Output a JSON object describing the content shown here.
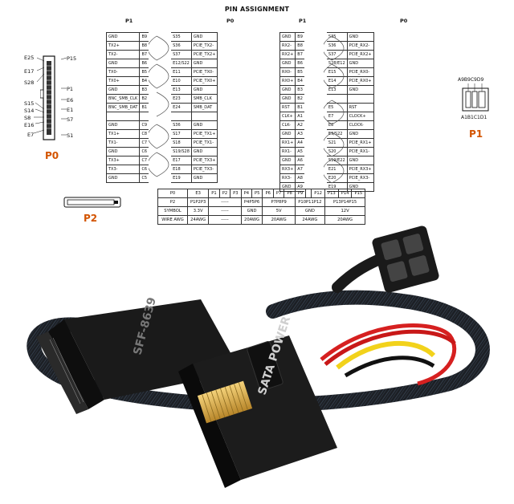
{
  "title": "PIN ASSIGNMENT",
  "left_table": {
    "header_p1": "P1",
    "header_p0": "P0",
    "rows": [
      [
        "GND",
        "B9",
        "S35",
        "GND"
      ],
      [
        "TX2+",
        "B8",
        "S36",
        "PCIE_TX2-"
      ],
      [
        "TX2-",
        "B7",
        "S37",
        "PCIE_TX2+"
      ],
      [
        "GND",
        "B6",
        "E12/S22",
        "GND"
      ],
      [
        "TX0-",
        "B5",
        "E11",
        "PCIE_TX0-"
      ],
      [
        "TX0+",
        "B4",
        "E10",
        "PCIE_TX0+"
      ],
      [
        "GND",
        "B3",
        "E13",
        "GND"
      ],
      [
        "BNC_SMB_CLK",
        "B2",
        "E23",
        "SMB_CLK"
      ],
      [
        "BNC_SMB_DAT",
        "B1",
        "E24",
        "SMB_DAT"
      ],
      [
        "",
        "",
        "",
        ""
      ],
      [
        "GND",
        "C9",
        "S36",
        "GND"
      ],
      [
        "TX1+",
        "C8",
        "S17",
        "PCIE_TX1+"
      ],
      [
        "TX1-",
        "C7",
        "S18",
        "PCIE_TX1-"
      ],
      [
        "GND",
        "C6",
        "S19/S28",
        "GND"
      ],
      [
        "TX3+",
        "C7",
        "E17",
        "PCIE_TX3+"
      ],
      [
        "TX3-",
        "C6",
        "E18",
        "PCIE_TX3-"
      ],
      [
        "GND",
        "C5",
        "E19",
        "GND"
      ]
    ]
  },
  "right_table": {
    "header_p1": "P1",
    "header_p0": "P0",
    "rows": [
      [
        "GND",
        "B9",
        "S35",
        "GND"
      ],
      [
        "RX2-",
        "B8",
        "S36",
        "PCIE_RX2-"
      ],
      [
        "RX2+",
        "B7",
        "S37",
        "PCIE_RX2+"
      ],
      [
        "GND",
        "B6",
        "S28/E12",
        "GND"
      ],
      [
        "RX0-",
        "B5",
        "E15",
        "PCIE_RX0-"
      ],
      [
        "RX0+",
        "B4",
        "E14",
        "PCIE_RX0+"
      ],
      [
        "GND",
        "B3",
        "E13",
        "GND"
      ],
      [
        "GND",
        "B2",
        "",
        ""
      ],
      [
        "RST",
        "B1",
        "E5",
        "RST"
      ],
      [
        "CLK+",
        "A1",
        "E7",
        "CLOCK+"
      ],
      [
        "CLK-",
        "A2",
        "E8",
        "CLOCK-"
      ],
      [
        "GND",
        "A3",
        "E9/S22",
        "GND"
      ],
      [
        "RX1+",
        "A4",
        "S21",
        "PCIE_RX1+"
      ],
      [
        "RX1-",
        "A5",
        "S20",
        "PCIE_RX1-"
      ],
      [
        "GND",
        "A6",
        "S19/E22",
        "GND"
      ],
      [
        "RX3+",
        "A7",
        "E21",
        "PCIE_RX3+"
      ],
      [
        "RX3-",
        "A8",
        "E20",
        "PCIE_RX3-"
      ],
      [
        "GND",
        "A9",
        "E19",
        "GND"
      ]
    ]
  },
  "bottom_table": {
    "row1": [
      "P0",
      "E3",
      "P1",
      "P2",
      "P3",
      "P4",
      "P5",
      "P6",
      "P7",
      "P8",
      "P9",
      "",
      "P12",
      "P13",
      "P14",
      "P15"
    ],
    "row2": [
      "P2",
      "P1P2P3",
      "-----",
      "P4P5P6",
      "P7P8P9",
      "P10P11P12",
      "P13P14P15"
    ],
    "row3": [
      "SYMBOL",
      "3.3V",
      "-----",
      "GND",
      "5V",
      "GND",
      "12V"
    ],
    "row4": [
      "WIRE AWG",
      "24AWG",
      "-----",
      "20AWG",
      "20AWG",
      "24AWG",
      "20AWG"
    ]
  },
  "p0": {
    "label": "P0",
    "pins_left": [
      "E25",
      "E17",
      "S28",
      "S15",
      "S14",
      "S8",
      "E16",
      "E7"
    ],
    "pins_right": [
      "P15",
      "P1",
      "E6",
      "E1",
      "S7",
      "S1"
    ]
  },
  "p1": {
    "label": "P1",
    "top_pins": "A9B9C9D9",
    "bottom_pins": "A1B1C1D1"
  },
  "p2": {
    "label": "P2"
  },
  "photo": {
    "adapter_text": "SFF-8639",
    "power_text": "SATA POWER"
  },
  "colors": {
    "accent": "#d35400",
    "cable_black": "#1a1a1a",
    "wire_red": "#d62020",
    "wire_yellow": "#f2d21b",
    "gold_pins": "#d4a437"
  }
}
